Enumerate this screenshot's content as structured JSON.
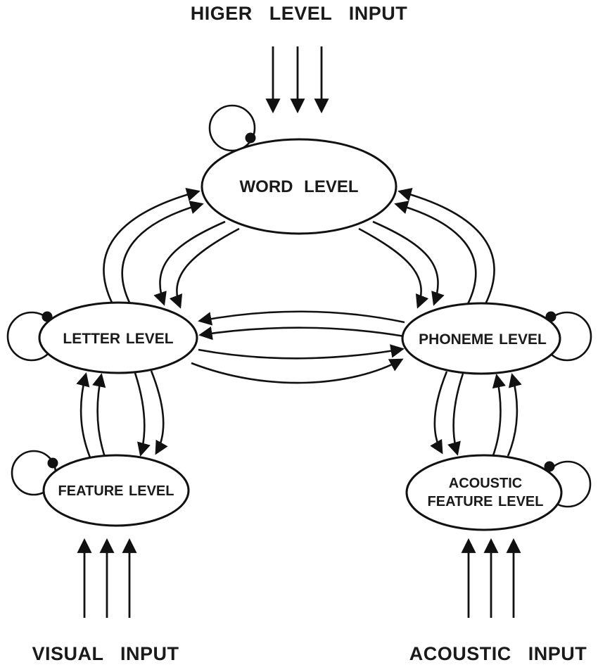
{
  "page": {
    "background": "#ffffff",
    "ink": "#111111"
  },
  "labels": {
    "top_input": "HIGER LEVEL INPUT",
    "visual_input": "VISUAL INPUT",
    "acoustic_input": "ACOUSTIC INPUT"
  },
  "nodes": {
    "word": "WORD LEVEL",
    "letter": "LETTER LEVEL",
    "phoneme": "PHONEME LEVEL",
    "feature": "FEATURE LEVEL",
    "acoustic_feature_line1": "ACOUSTIC",
    "acoustic_feature_line2": "FEATURE LEVEL"
  }
}
